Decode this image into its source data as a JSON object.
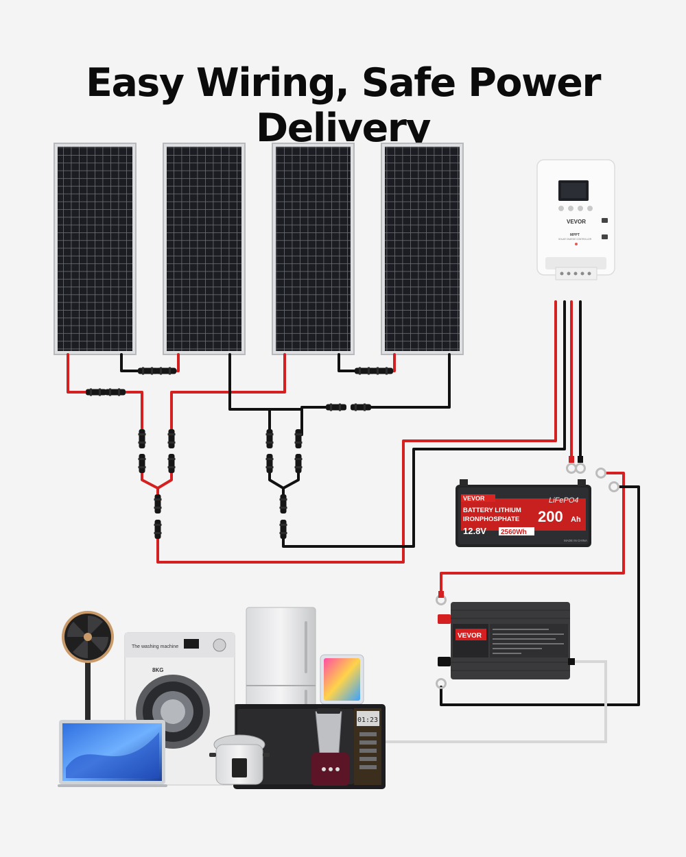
{
  "title": "Easy Wiring, Safe Power Delivery",
  "controller": {
    "brand": "VEVOR",
    "model": "MPPT",
    "subtitle": "SOLAR CHARGE CONTROLLER"
  },
  "battery": {
    "brand": "VEVOR",
    "chemistry": "LiFePO4",
    "line1": "BATTERY LITHIUM",
    "line2": "IRONPHOSPHATE",
    "capacity_value": "200",
    "capacity_unit": "Ah",
    "voltage": "12.8V",
    "energy": "2560Wh",
    "origin": "MADE IN CHINA"
  },
  "inverter": {
    "brand": "VEVOR"
  },
  "appliances": {
    "washer_label": "The washing machine",
    "washer_capacity": "8KG",
    "microwave_time": "01:23"
  },
  "colors": {
    "positive_wire": "#d42020",
    "negative_wire": "#111111",
    "ac_wire": "#d6d6d6",
    "brand_red": "#d81e1e",
    "panel_cell": "#1b1d22"
  }
}
